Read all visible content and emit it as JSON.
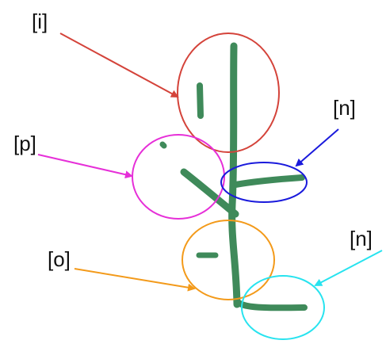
{
  "labels": {
    "i": "[i]",
    "p": "[p]",
    "n_top": "[n]",
    "o": "[o]",
    "n_bottom": "[n]"
  },
  "colors": {
    "stroke_green": "#3f8a5a",
    "i_circle": "#d4433a",
    "p_circle": "#e62fd8",
    "n_top_circle": "#1a1adc",
    "o_circle": "#f39a1a",
    "n_bottom_circle": "#27e3ef"
  }
}
